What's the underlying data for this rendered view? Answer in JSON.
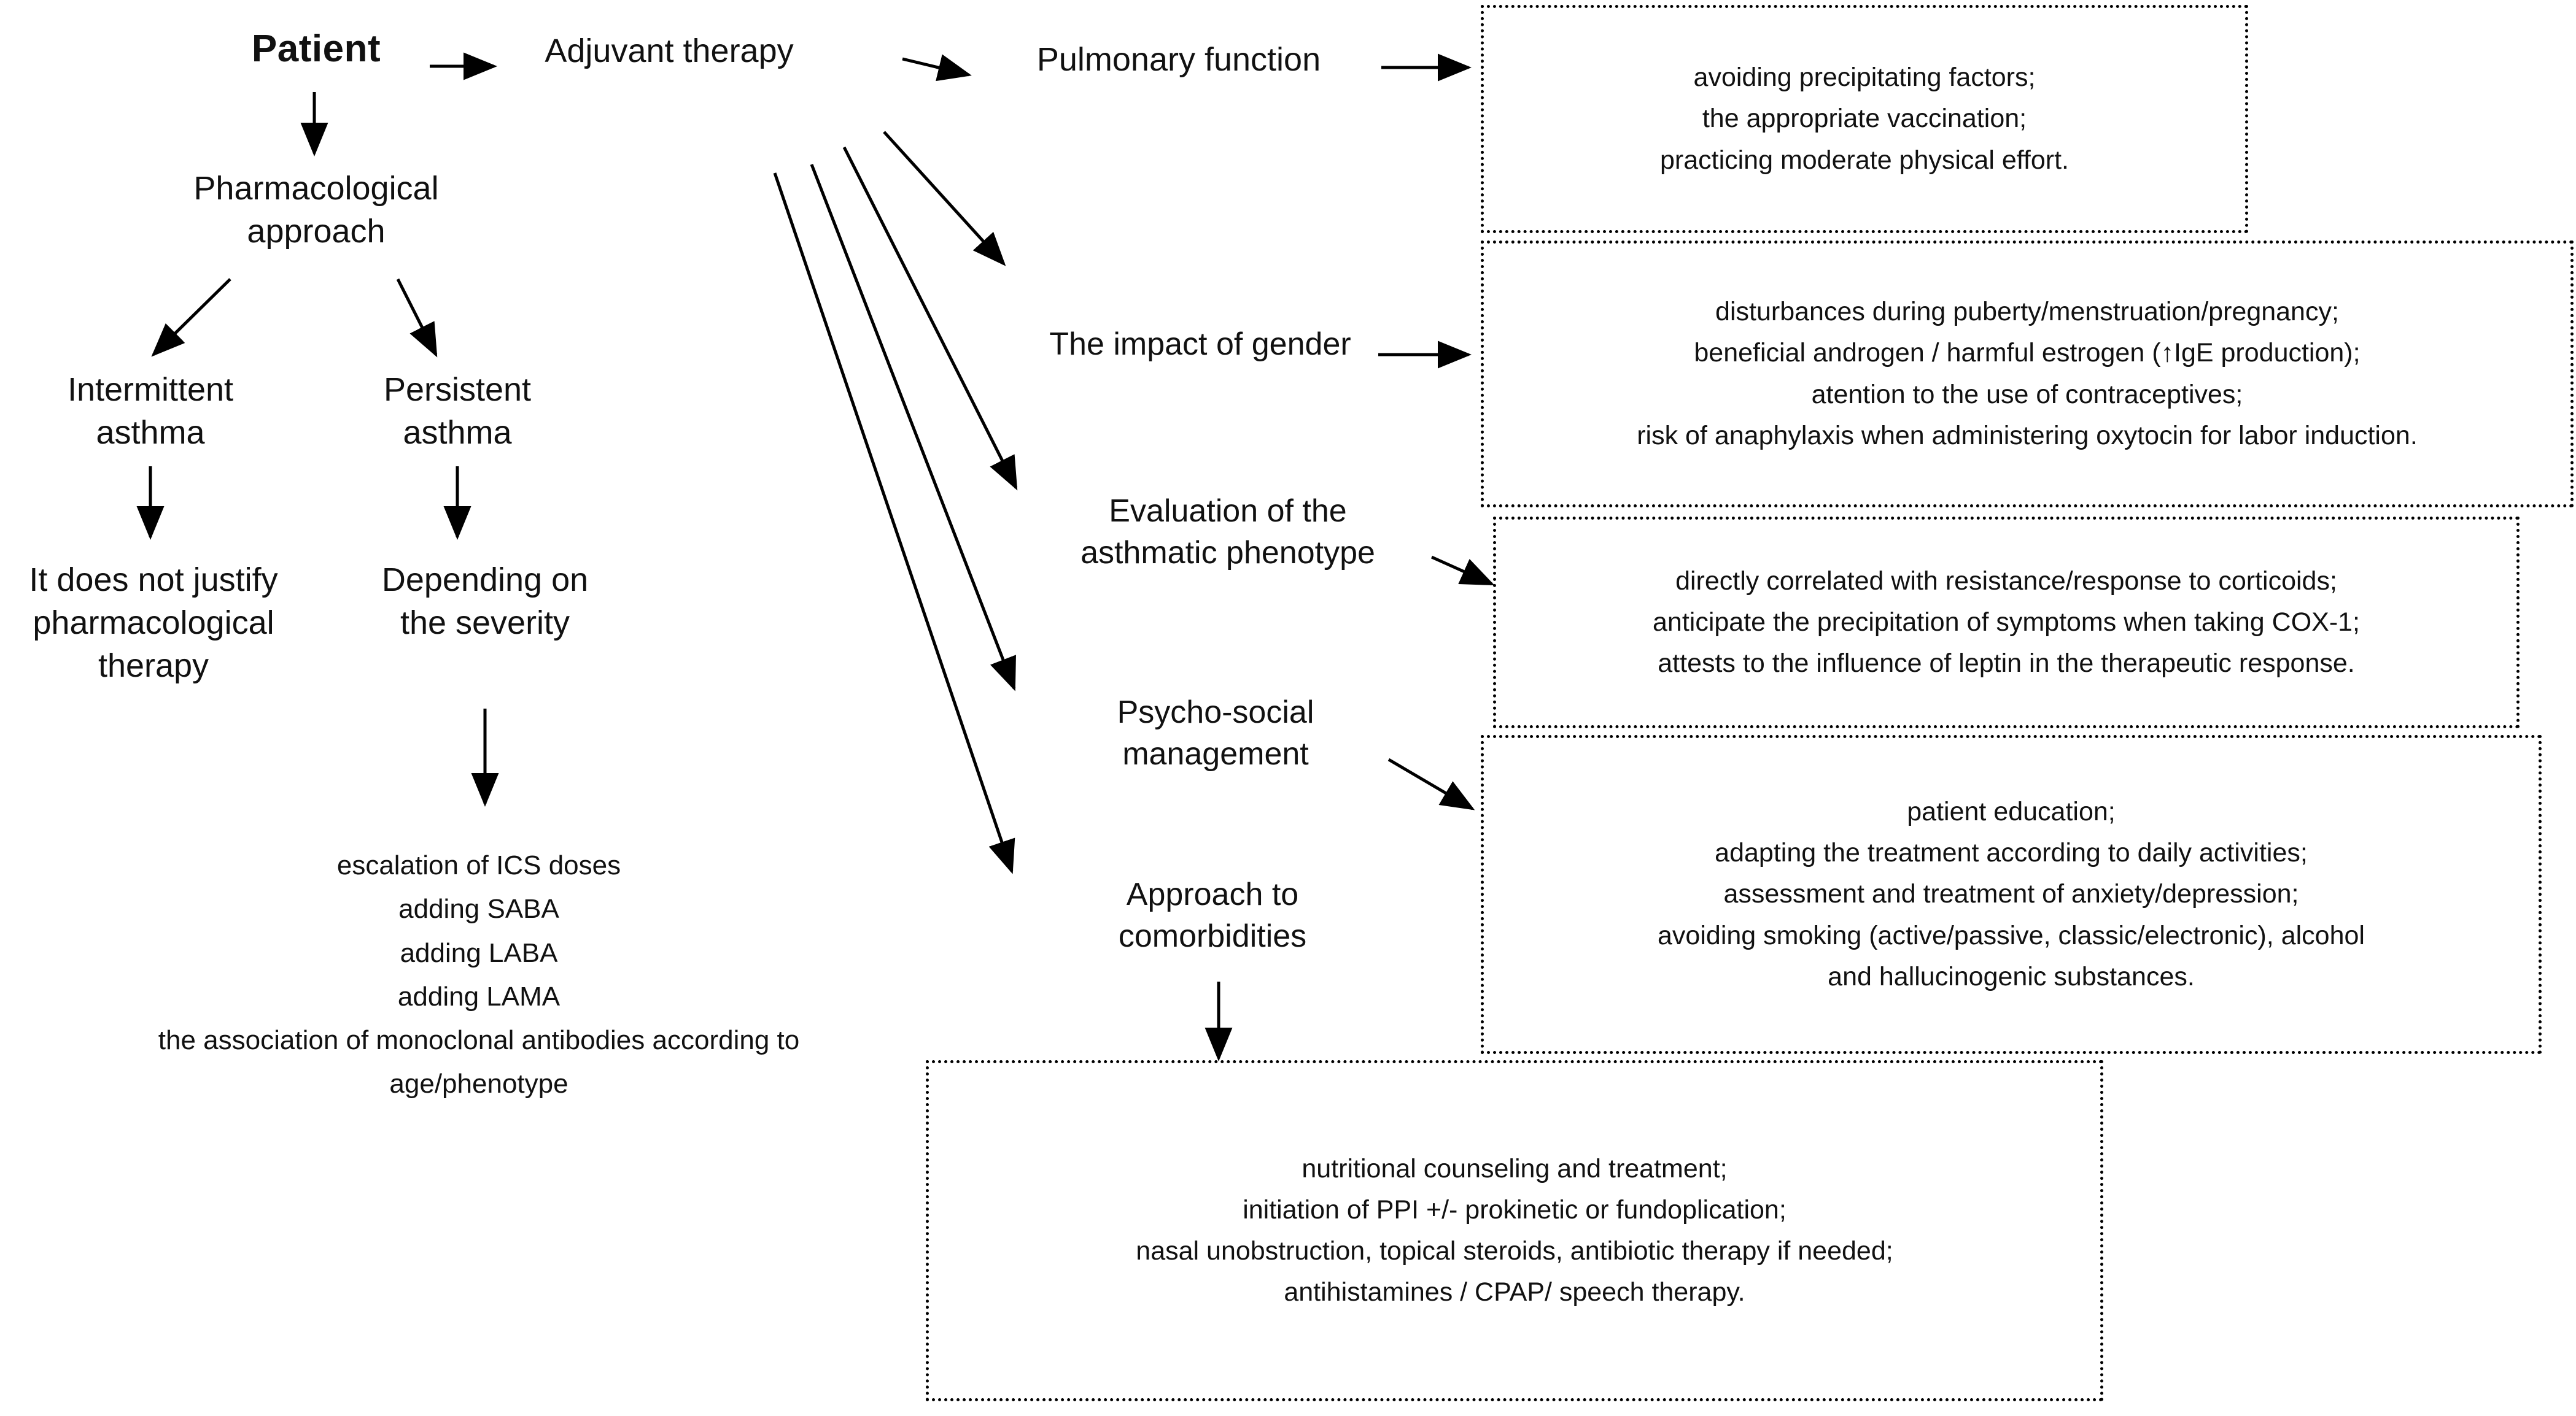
{
  "diagram": {
    "title": "Asthma patient management flowchart",
    "type": "flowchart",
    "root": {
      "label": "Patient"
    },
    "left_branch": {
      "approach": "Pharmacological\napproach",
      "approach_line1": "Pharmacological",
      "approach_line2": "approach",
      "intermittent": {
        "line1": "Intermittent",
        "line2": "asthma"
      },
      "persistent": {
        "line1": "Persistent",
        "line2": "asthma"
      },
      "intermittent_outcome": {
        "line1": "It does not justify",
        "line2": "pharmacological",
        "line3": "therapy"
      },
      "persistent_outcome": {
        "line1": "Depending  on",
        "line2": "the severity"
      },
      "escalation_steps": [
        "escalation of ICS doses",
        "adding SABA",
        "adding LABA",
        "adding LAMA",
        "the association of monoclonal antibodies according to",
        "age/phenotype"
      ]
    },
    "top_chain": {
      "adjuvant": "Adjuvant therapy",
      "pulmonary": "Pulmonary function"
    },
    "middle_column": [
      {
        "id": "gender",
        "line1": "The impact of gender",
        "line2": ""
      },
      {
        "id": "phenotype",
        "line1": "Evaluation of the",
        "line2": "asthmatic phenotype"
      },
      {
        "id": "psychosocial",
        "line1": "Psycho-social",
        "line2": "management"
      },
      {
        "id": "comorbidities",
        "line1": "Approach to",
        "line2": "comorbidities"
      }
    ],
    "detail_boxes": [
      {
        "id": "pulmonary-box",
        "lines": [
          "avoiding precipitating factors;",
          "the appropriate vaccination;",
          "practicing moderate physical effort."
        ]
      },
      {
        "id": "gender-box",
        "lines": [
          "disturbances during puberty/menstruation/pregnancy;",
          "beneficial androgen / harmful estrogen (↑IgE production);",
          "atention to the use of contraceptives;",
          "risk of anaphylaxis when administering oxytocin for labor induction."
        ]
      },
      {
        "id": "phenotype-box",
        "lines": [
          "directly correlated with resistance/response to corticoids;",
          "anticipate the precipitation of symptoms when taking COX-1;",
          "attests to the influence of leptin in the therapeutic response."
        ]
      },
      {
        "id": "psychosocial-box",
        "lines": [
          "patient education;",
          "adapting the treatment according to daily activities;",
          "assessment and treatment of anxiety/depression;",
          "avoiding smoking (active/passive, classic/electronic), alcohol",
          "and hallucinogenic substances."
        ]
      },
      {
        "id": "comorbidities-box",
        "lines": [
          "nutritional counseling and treatment;",
          "initiation of PPI +/- prokinetic or fundoplication;",
          "nasal unobstruction, topical steroids, antibiotic therapy if needed;",
          "antihistamines / CPAP/ speech therapy."
        ]
      }
    ],
    "colors": {
      "ink": "#111111",
      "line": "#000000",
      "background": "#ffffff"
    }
  }
}
